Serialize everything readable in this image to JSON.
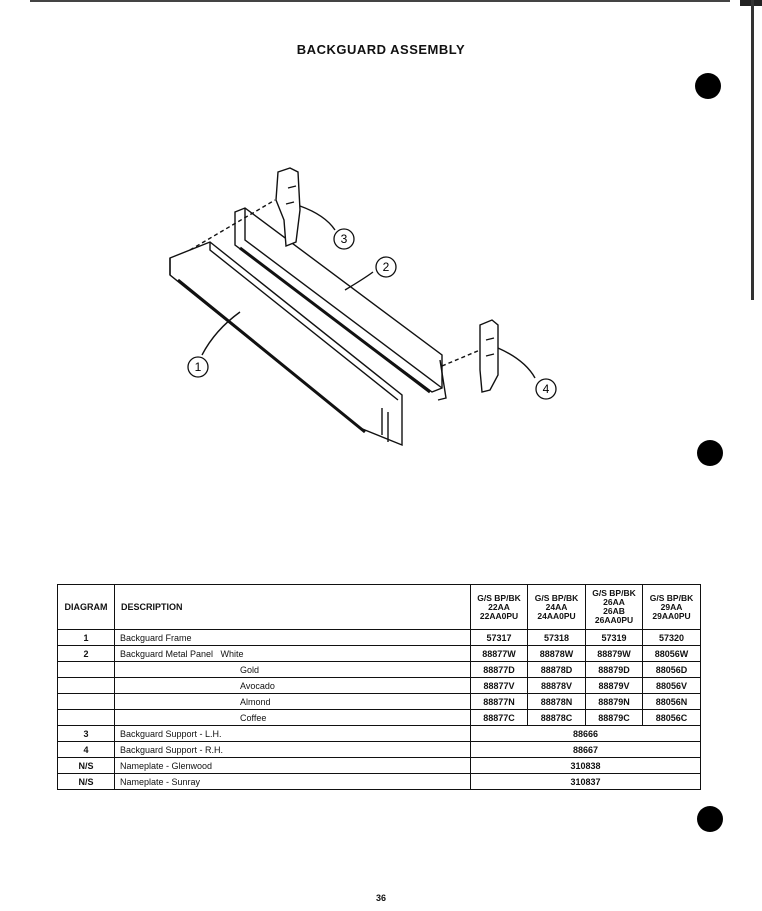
{
  "title": "BACKGUARD ASSEMBLY",
  "callouts": [
    "1",
    "2",
    "3",
    "4"
  ],
  "table": {
    "headers": {
      "diagram": "DIAGRAM",
      "description": "DESCRIPTION",
      "models": [
        [
          "G/S BP/BK",
          "22AA",
          "22AA0PU"
        ],
        [
          "G/S BP/BK",
          "24AA",
          "24AA0PU"
        ],
        [
          "G/S BP/BK",
          "26AA",
          "26AB",
          "26AA0PU"
        ],
        [
          "G/S BP/BK",
          "29AA",
          "29AA0PU"
        ]
      ]
    },
    "rows": [
      {
        "diagram": "1",
        "description": "Backguard Frame",
        "parts": [
          "57317",
          "57318",
          "57319",
          "57320"
        ]
      },
      {
        "diagram": "2",
        "description": "Backguard Metal Panel   White",
        "parts": [
          "88877W",
          "88878W",
          "88879W",
          "88056W"
        ]
      },
      {
        "diagram": "",
        "description": "Gold",
        "parts": [
          "88877D",
          "88878D",
          "88879D",
          "88056D"
        ]
      },
      {
        "diagram": "",
        "description": "Avocado",
        "parts": [
          "88877V",
          "88878V",
          "88879V",
          "88056V"
        ]
      },
      {
        "diagram": "",
        "description": "Almond",
        "parts": [
          "88877N",
          "88878N",
          "88879N",
          "88056N"
        ]
      },
      {
        "diagram": "",
        "description": "Coffee",
        "parts": [
          "88877C",
          "88878C",
          "88879C",
          "88056C"
        ]
      },
      {
        "diagram": "3",
        "description": "Backguard Support - L.H.",
        "common": "88666"
      },
      {
        "diagram": "4",
        "description": "Backguard Support - R.H.",
        "common": "88667"
      },
      {
        "diagram": "N/S",
        "description": "Nameplate - Glenwood",
        "common": "310838"
      },
      {
        "diagram": "N/S",
        "description": "Nameplate - Sunray",
        "common": "310837"
      }
    ]
  },
  "page_number": "36"
}
